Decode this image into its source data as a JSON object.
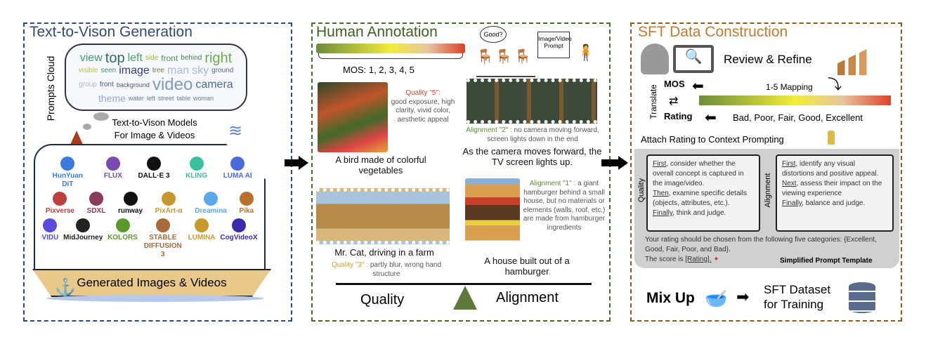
{
  "left_panel": {
    "title": "Text-to-Vison Generation",
    "cloud_label": "Prompts Cloud",
    "cloud_words": [
      "view",
      "top",
      "left",
      "side",
      "front",
      "behind",
      "right",
      "visible",
      "seen",
      "image",
      "tree",
      "man",
      "sky",
      "ground",
      "group",
      "front",
      "background",
      "video",
      "camera",
      "theme",
      "water",
      "left",
      "street",
      "table",
      "woman"
    ],
    "models_caption": "Text-to-Vison Models For Image & Videos",
    "models": [
      "HunYuan DiT",
      "FLUX",
      "DALL·E 3",
      "KLING",
      "LUMA AI",
      "Pixverse",
      "SDXL",
      "runway",
      "PixArt-α",
      "Dreamina",
      "Pika",
      "VIDU",
      "MidJourney",
      "KOLORS",
      "STABLE DIFFUSION 3",
      "LUMINA",
      "CogVideoX"
    ],
    "hull_label": "Generated Images & Videos",
    "colors": {
      "border": "#2f4a78",
      "title": "#2f4a78"
    }
  },
  "middle_panel": {
    "title": "Human Annotation",
    "mos_label": "MOS: 1, 2, 3, 4, 5",
    "bubble": "Good?",
    "board": "Image/Video Prompt",
    "examples": [
      {
        "note_head": "Quality \"5\":",
        "note_body": "good exposure, high clarity, vivid color, aesthetic appeal",
        "caption": "A bird made of colorful vegetables"
      },
      {
        "note_head": "Alignment \"2\" :",
        "note_body": "no camera moving forward, screen lights down in the end",
        "caption": "As the camera moves forward, the TV screen lights up."
      },
      {
        "note_head": "Quality \"3\" :",
        "note_body": "partly blur, wrong hand structure",
        "caption": "Mr. Cat, driving in a farm"
      },
      {
        "note_head": "Alignment \"1\" :",
        "note_body": "a giant hamburger behind a small house, but no materials or elements (walls, roof, etc.) are made from hamburger ingredients",
        "caption": "A house built out of a hamburger"
      }
    ],
    "balance_left": "Quality",
    "balance_right": "Alignment",
    "colors": {
      "border": "#4a6a2e",
      "title": "#3f5f22",
      "quality": "#d9432a",
      "alignment": "#5e8a34",
      "quality3": "#c9a227"
    }
  },
  "right_panel": {
    "title": "SFT Data Construction",
    "review": "Review & Refine",
    "translate": "Translate",
    "mos": "MOS",
    "rating": "Rating",
    "mapping": "1-5 Mapping",
    "levels": "Bad, Poor, Fair, Good, Excellent",
    "attach": "Attach Rating to Context Prompting",
    "quality_label": "Quality",
    "alignment_label": "Alignment",
    "quality_steps": [
      {
        "k": "First",
        "t": ", consider whether the overall concept is captured in the image/video."
      },
      {
        "k": "Then",
        "t": ", examine specific details (objects, attributes, etc.)."
      },
      {
        "k": "Finally",
        "t": ", think and judge."
      }
    ],
    "alignment_steps": [
      {
        "k": "First",
        "t": ", identify any visual distortions and positive appeal."
      },
      {
        "k": "Next",
        "t": ", assess their impact on the viewing experience"
      },
      {
        "k": "Finally",
        "t": ", balance and judge."
      }
    ],
    "rating_text": "Your rating should be chosen from the following five categories: {Excellent, Good, Fair, Poor, and Bad}.",
    "score_prefix": "The score is ",
    "score_token": "[Rating].",
    "template_label": "Simplified Prompt Template",
    "mix_up": "Mix Up",
    "sft_dataset": "SFT Dataset for Training",
    "colors": {
      "border": "#8a5a1e",
      "title": "#c47a2c"
    }
  }
}
